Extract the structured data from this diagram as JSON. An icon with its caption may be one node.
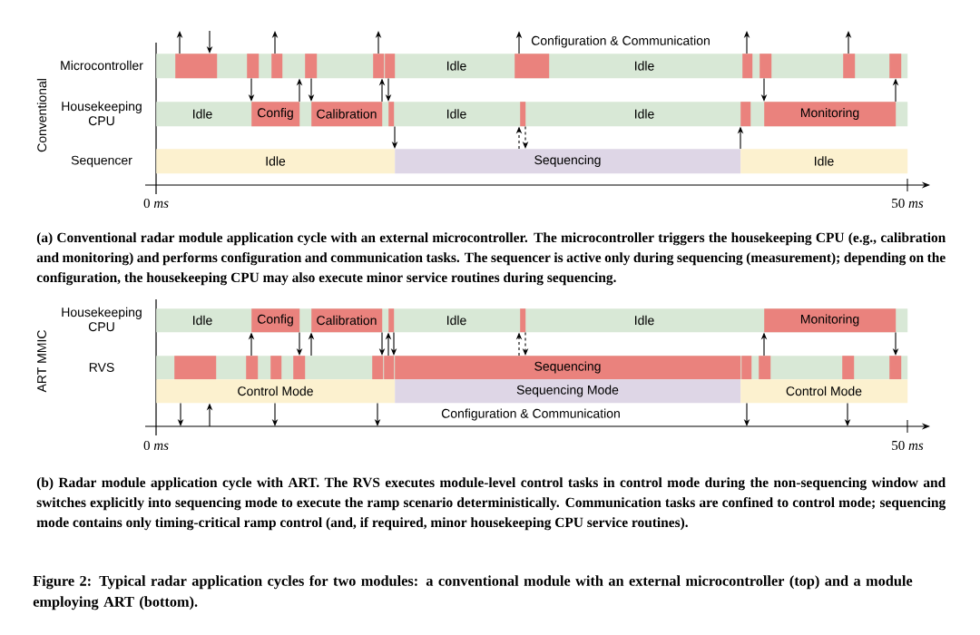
{
  "diagram": {
    "caption": "Figure 2: Typical radar application cycles for two modules: a conventional module with an external microcontroller (top) and a module employing ART (bottom).",
    "nodes": [
      {
        "text": [
          "Idle",
          "Idle"
        ]
      },
      {
        "text": [],
        "shape": "bar",
        "in": 0
      },
      {
        "text": [],
        "shape": "bar",
        "in": 0
      },
      {
        "text": [],
        "shape": "bar",
        "in": 0
      },
      {
        "text": [],
        "shape": "bar",
        "in": 0
      },
      {
        "text": [],
        "shape": "bar",
        "in": 0
      },
      {
        "text": [],
        "shape": "bar",
        "in": 0
      },
      {
        "text": [],
        "shape": "bar",
        "in": 0
      },
      {
        "text": [],
        "shape": "bar",
        "in": 0
      },
      {
        "text": [],
        "shape": "bar",
        "in": 0
      },
      {
        "text": [],
        "shape": "bar",
        "in": 0
      },
      {
        "text": [],
        "shape": "bar",
        "in": 0
      },
      {
        "text": [
          "Idle",
          "Idle",
          "Idle"
        ]
      },
      {
        "text": [
          "Config"
        ],
        "in": 12
      },
      {
        "text": [
          "Calibration"
        ],
        "in": 12
      },
      {
        "text": [],
        "shape": "bar",
        "in": 12
      },
      {
        "text": [],
        "shape": "bar",
        "in": 12
      },
      {
        "text": [],
        "shape": "bar",
        "in": 12
      },
      {
        "text": [
          "Monitoring"
        ],
        "in": 12
      },
      {
        "text": [
          "Idle"
        ]
      },
      {
        "text": [
          "Sequencing"
        ]
      },
      {
        "text": [
          "Idle"
        ]
      },
      {
        "text": [
          "Idle",
          "Idle",
          "Idle"
        ]
      },
      {
        "text": [
          "Config"
        ],
        "in": 22
      },
      {
        "text": [
          "Calibration"
        ],
        "in": 22
      },
      {
        "text": [],
        "shape": "bar",
        "in": 22
      },
      {
        "text": [],
        "shape": "bar",
        "in": 22
      },
      {
        "text": [
          "Monitoring"
        ],
        "in": 22
      },
      {
        "text": [],
        "shape": "bar"
      },
      {
        "text": [],
        "shape": "bar",
        "in": 28
      },
      {
        "text": [],
        "shape": "bar",
        "in": 28
      },
      {
        "text": [],
        "shape": "bar",
        "in": 28
      },
      {
        "text": [],
        "shape": "bar",
        "in": 28
      },
      {
        "text": [],
        "shape": "bar",
        "in": 28
      },
      {
        "text": [],
        "shape": "bar",
        "in": 28
      },
      {
        "text": [
          "Sequencing"
        ],
        "in": 28
      },
      {
        "text": [],
        "shape": "bar",
        "in": 28
      },
      {
        "text": [],
        "shape": "bar",
        "in": 28
      },
      {
        "text": [],
        "shape": "bar",
        "in": 28
      },
      {
        "text": [],
        "shape": "bar",
        "in": 28
      },
      {
        "text": [
          "Control Mode"
        ]
      },
      {
        "text": [
          "Sequencing Mode"
        ]
      },
      {
        "text": [
          "Control Mode"
        ]
      },
      {
        "text": [
          "Configuration & Communication"
        ]
      }
    ],
    "edges": [
      {
        "from": 1,
        "to": null,
        "arrow": "to"
      },
      {
        "from": null,
        "to": 1,
        "arrow": "to"
      },
      {
        "from": 3,
        "to": null,
        "arrow": "to"
      },
      {
        "from": 5,
        "to": null,
        "arrow": "to"
      },
      {
        "from": 7,
        "to": 43,
        "arrow": "to"
      },
      {
        "from": 8,
        "to": null,
        "arrow": "to"
      },
      {
        "from": 10,
        "to": null,
        "arrow": "to"
      },
      {
        "from": 2,
        "to": 13,
        "arrow": "to"
      },
      {
        "from": 13,
        "to": 0,
        "arrow": "to"
      },
      {
        "from": 4,
        "to": 14,
        "arrow": "to"
      },
      {
        "from": 14,
        "to": 5,
        "arrow": "to"
      },
      {
        "from": 6,
        "to": 15,
        "arrow": "to"
      },
      {
        "from": 9,
        "to": 18,
        "arrow": "to"
      },
      {
        "from": 18,
        "to": 11,
        "arrow": "to"
      },
      {
        "from": 15,
        "to": 20,
        "arrow": "to"
      },
      {
        "from": 20,
        "to": 16,
        "arrow": "to",
        "style": "dashed"
      },
      {
        "from": 16,
        "to": 20,
        "arrow": "to",
        "style": "dashed"
      },
      {
        "from": 20,
        "to": 17,
        "arrow": "to"
      },
      {
        "from": 30,
        "to": 23,
        "arrow": "to"
      },
      {
        "from": 23,
        "to": 32,
        "arrow": "to"
      },
      {
        "from": 28,
        "to": 24,
        "arrow": "to"
      },
      {
        "from": 24,
        "to": 33,
        "arrow": "to"
      },
      {
        "from": 34,
        "to": 25,
        "arrow": "to"
      },
      {
        "from": 25,
        "to": 35,
        "arrow": "to"
      },
      {
        "from": 35,
        "to": 26,
        "arrow": "to",
        "style": "dashed"
      },
      {
        "from": 26,
        "to": 35,
        "arrow": "to",
        "style": "dashed"
      },
      {
        "from": 37,
        "to": 27,
        "arrow": "to"
      },
      {
        "from": 27,
        "to": 39,
        "arrow": "to"
      },
      {
        "from": 40,
        "to": null,
        "arrow": "to"
      },
      {
        "from": null,
        "to": 40,
        "arrow": "to"
      },
      {
        "from": 40,
        "to": null,
        "arrow": "to"
      },
      {
        "from": 40,
        "to": null,
        "arrow": "to"
      },
      {
        "from": 42,
        "to": null,
        "arrow": "to"
      },
      {
        "from": 42,
        "to": null,
        "arrow": "to"
      }
    ],
    "labels": [
      "Microcontroller",
      "Conventional",
      "Housekeeping CPU",
      "Sequencer",
      "0 *ms*",
      "50 *ms*",
      "(a) Conventional radar module application cycle with an external microcontroller. The microcontroller triggers the housekeeping CPU (e.g., calibration and monitoring) and performs configuration and communication tasks. The sequencer is active only during sequencing (measurement); depending on the configuration, the housekeeping CPU may also execute minor service routines during sequencing.",
      "Housekeeping CPU",
      "ART MMIC",
      "RVS",
      "Configuration & Communication",
      "0 *ms*",
      "50 *ms*",
      "(b) Radar module application cycle with ART. The RVS executes module-level control tasks in control mode during the non-sequencing window and switches explicitly into sequencing mode to execute the ramp scenario deterministically. Communication tasks are confined to control mode; sequencing mode contains only timing-critical ramp control (and, if required, minor housekeeping CPU service routines)."
    ]
  }
}
